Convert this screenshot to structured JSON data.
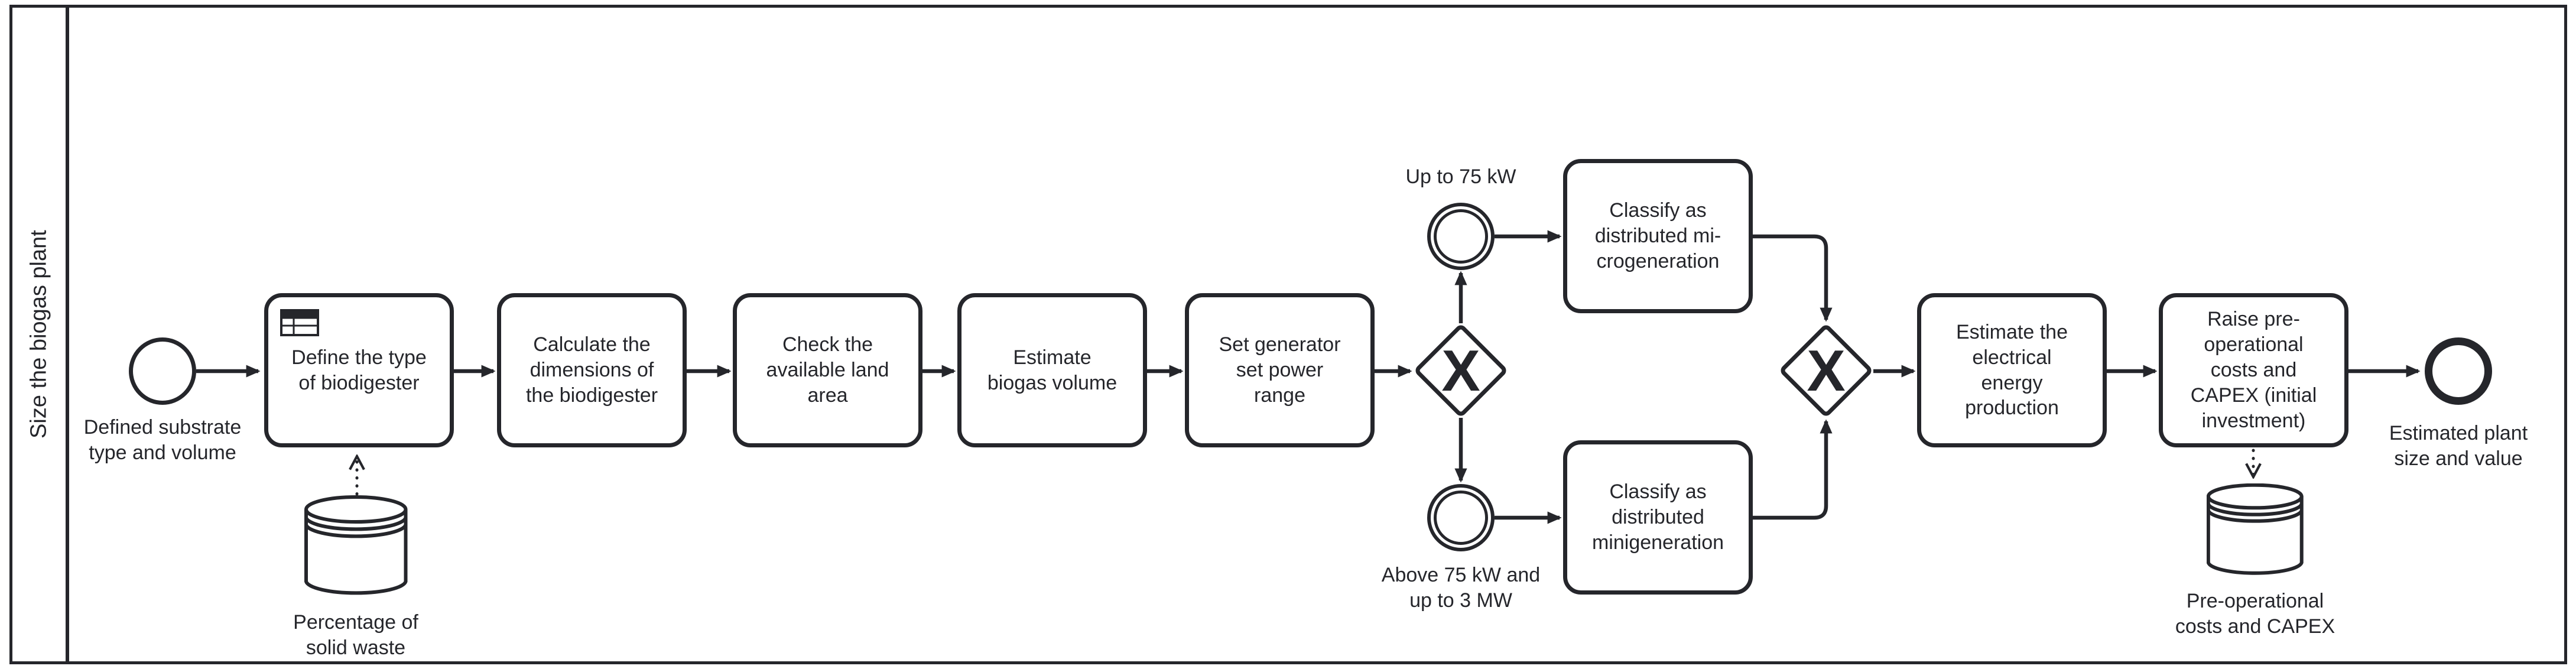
{
  "colors": {
    "stroke": "#25262b",
    "background": "#ffffff"
  },
  "lane": {
    "label": "Size the biogas plant"
  },
  "events": {
    "start": {
      "label": "Defined substrate\ntype and volume"
    },
    "intermediate_top": {
      "label": "Up to 75 kW"
    },
    "intermediate_bottom": {
      "label": "Above 75 kW and\nup to 3 MW"
    },
    "end": {
      "label": "Estimated plant\nsize and value"
    }
  },
  "tasks": {
    "define_type": {
      "label": "Define the type\nof biodigester",
      "icon": "business-rule-table-icon"
    },
    "calculate_dimensions": {
      "label": "Calculate the\ndimensions of\nthe biodigester"
    },
    "check_land": {
      "label": "Check the\navailable land\narea"
    },
    "estimate_biogas": {
      "label": "Estimate\nbiogas volume"
    },
    "set_power_range": {
      "label": "Set generator\nset power\nrange"
    },
    "classify_micro": {
      "label": "Classify as\ndistributed mi-\ncrogeneration"
    },
    "classify_mini": {
      "label": "Classify as\ndistributed\nminigeneration"
    },
    "estimate_energy": {
      "label": "Estimate the\nelectrical\nenergy\nproduction"
    },
    "raise_costs": {
      "label": "Raise pre-\noperational\ncosts and\nCAPEX (initial\ninvestment)"
    }
  },
  "gateways": {
    "split": {
      "symbol": "X",
      "type": "exclusive"
    },
    "merge": {
      "symbol": "X",
      "type": "exclusive"
    }
  },
  "data_stores": {
    "solid_waste": {
      "label": "Percentage of\nsolid waste"
    },
    "capex": {
      "label": "Pre-operational\ncosts and CAPEX"
    }
  }
}
